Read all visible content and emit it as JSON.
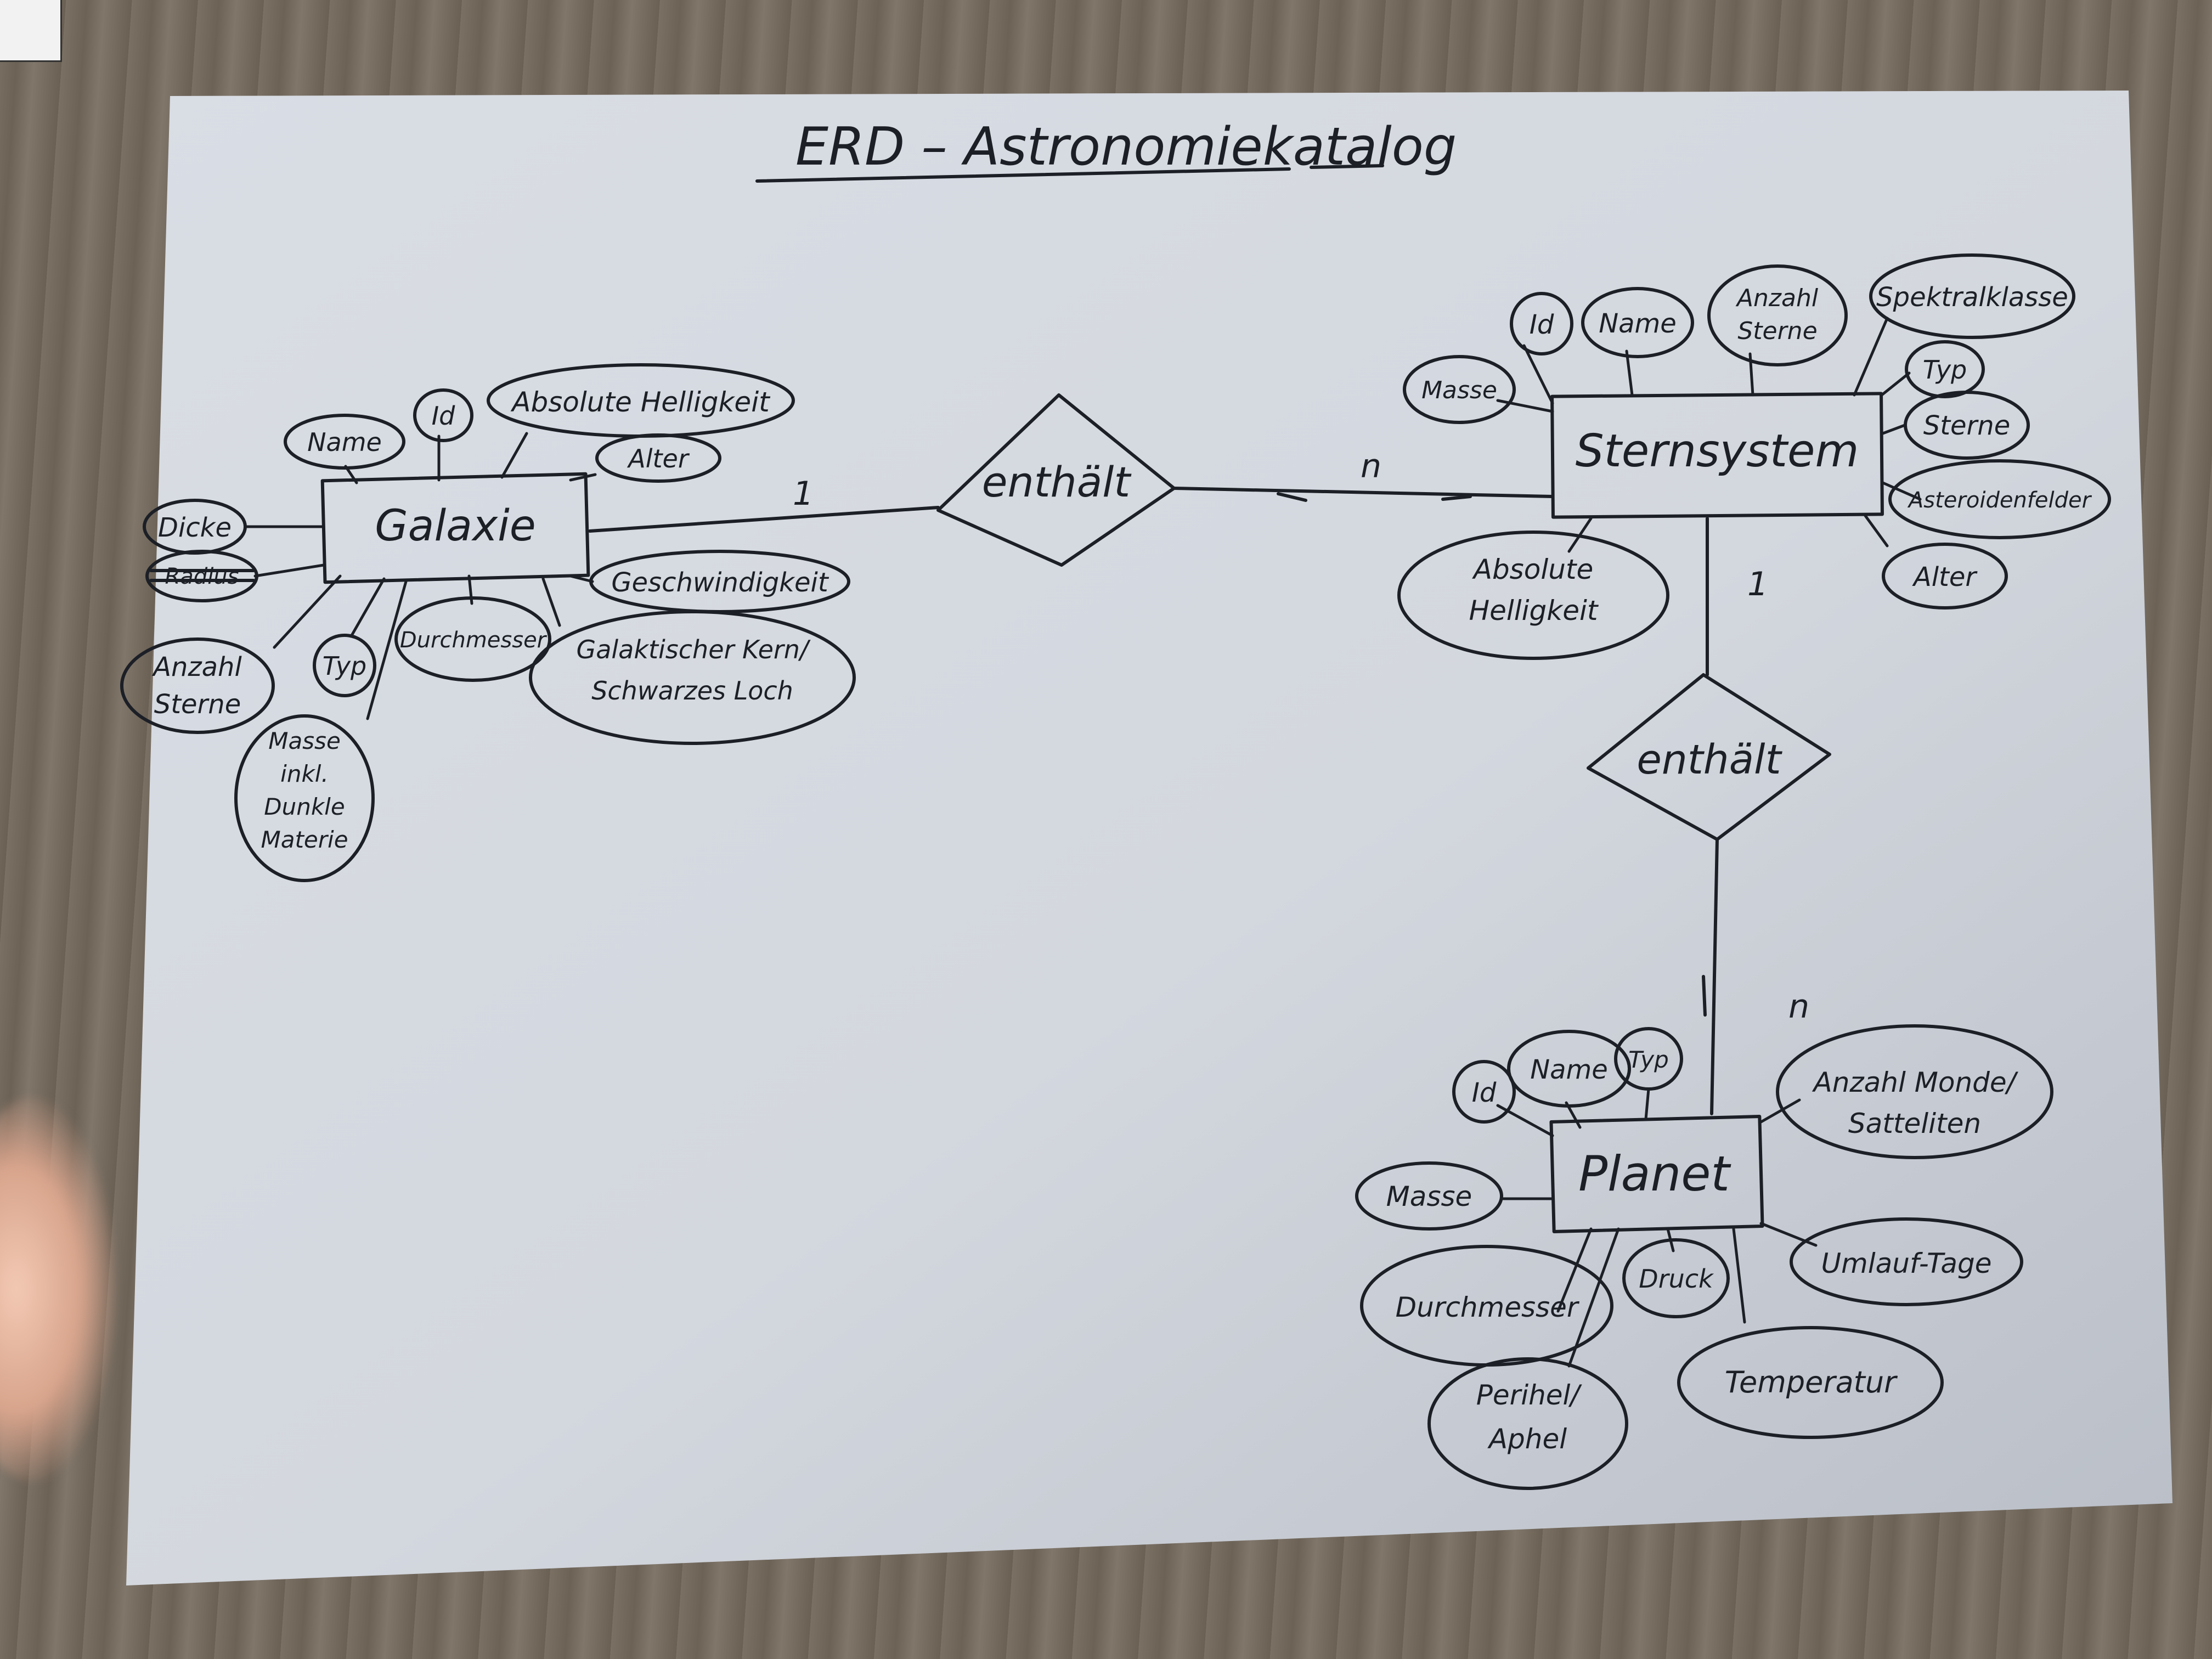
{
  "title": "ERD – Astronomiekatalog",
  "entities": {
    "galaxie": "Galaxie",
    "sternsystem": "Sternsystem",
    "planet": "Planet"
  },
  "relationships": {
    "galaxie_sternsystem": "enthält",
    "sternsystem_planet": "enthält"
  },
  "cardinalities": {
    "galaxie_side": "1",
    "sternsystem_side": "n",
    "sternsystem_to_planet": "1",
    "planet_side": "n"
  },
  "galaxie_attributes": {
    "name": "Name",
    "id": "Id",
    "absolute_helligkeit": "Absolute Helligkeit",
    "alter": "Alter",
    "dicke": "Dicke",
    "radius": "Radius",
    "anzahl_sterne_1": "Anzahl",
    "anzahl_sterne_2": "Sterne",
    "typ": "Typ",
    "masse_1": "Masse",
    "masse_2": "inkl.",
    "masse_3": "Dunkle",
    "masse_4": "Materie",
    "durchmesser": "Durchmesser",
    "geschwindigkeit": "Geschwindigkeit",
    "kern_1": "Galaktischer Kern/",
    "kern_2": "Schwarzes Loch"
  },
  "sternsystem_attributes": {
    "id": "Id",
    "name": "Name",
    "anzahl_sterne_1": "Anzahl",
    "anzahl_sterne_2": "Sterne",
    "spektralklasse": "Spektralklasse",
    "masse": "Masse",
    "typ": "Typ",
    "sterne": "Sterne",
    "asteroidenfelder": "Asteroidenfelder",
    "alter": "Alter",
    "helligkeit_1": "Absolute",
    "helligkeit_2": "Helligkeit"
  },
  "planet_attributes": {
    "id": "Id",
    "name": "Name",
    "typ": "Typ",
    "monde_1": "Anzahl Monde/",
    "monde_2": "Satteliten",
    "masse": "Masse",
    "umlauf": "Umlauf-Tage",
    "durchmesser": "Durchmesser",
    "druck": "Druck",
    "temperatur": "Temperatur",
    "perihel_1": "Perihel/",
    "perihel_2": "Aphel"
  }
}
